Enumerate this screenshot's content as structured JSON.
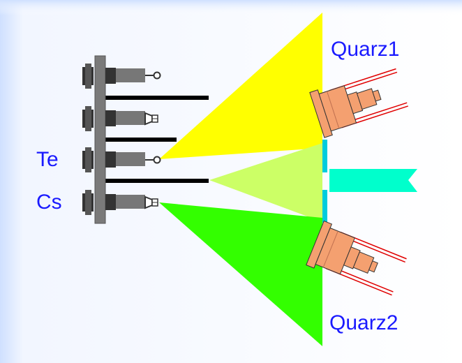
{
  "labels": {
    "quarz1": "Quarz1",
    "quarz2": "Quarz2",
    "te": "Te",
    "cs": "Cs"
  },
  "colors": {
    "background_left": "#cfe0ff",
    "background_right": "#ffffff",
    "te_beam": "#ffff00",
    "mixed_beam": "#ccff66",
    "cs_beam": "#33ff00",
    "substrate": "#00ffcc",
    "shutter": "#00ccdd",
    "quartz_body": "#f4a070",
    "quartz_wires": "#e00000",
    "source_rod": "#7a7a7a",
    "source_body": "#333333",
    "label_text": "#1a1aff"
  }
}
